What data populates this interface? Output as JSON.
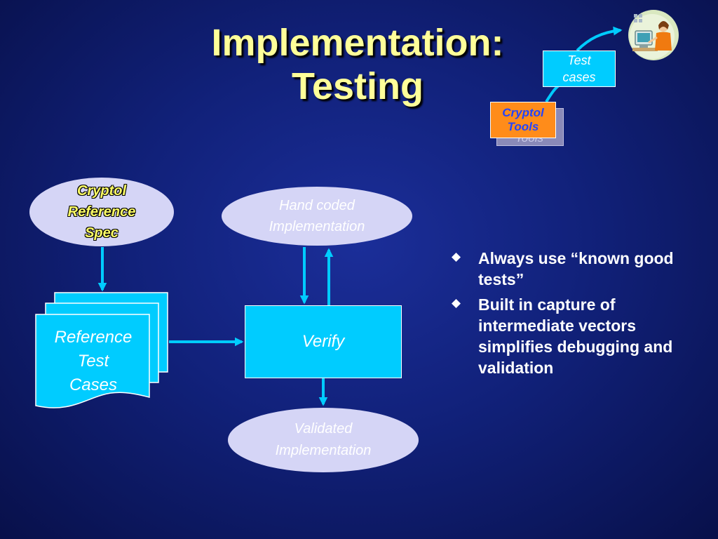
{
  "title": {
    "line1": "Implementation:",
    "line2": "Testing"
  },
  "nodes": {
    "reference_spec": [
      "Cryptol",
      "Reference",
      "Spec"
    ],
    "hand_coded": [
      "Hand coded",
      "Implementation"
    ],
    "verify": "Verify",
    "validated": [
      "Validated",
      "Implementation"
    ],
    "reference_test_cases": [
      "Reference",
      "Test",
      "Cases"
    ]
  },
  "inset": {
    "tools": [
      "Cryptol",
      "Tools"
    ],
    "tools_shadow": "Tools",
    "test_cases": [
      "Test",
      "cases"
    ],
    "user_icon": "person-at-computer-icon"
  },
  "bullets": [
    "Always use “known good tests”",
    "Built in capture of intermediate vectors simplifies debugging and validation"
  ],
  "colors": {
    "title": "#ffff99",
    "arrow": "#00ccff",
    "oval_fill": "#d5d5f6",
    "verify_fill": "#00ccff",
    "tools_fill": "#ff8c1a",
    "background": "#11217a"
  }
}
